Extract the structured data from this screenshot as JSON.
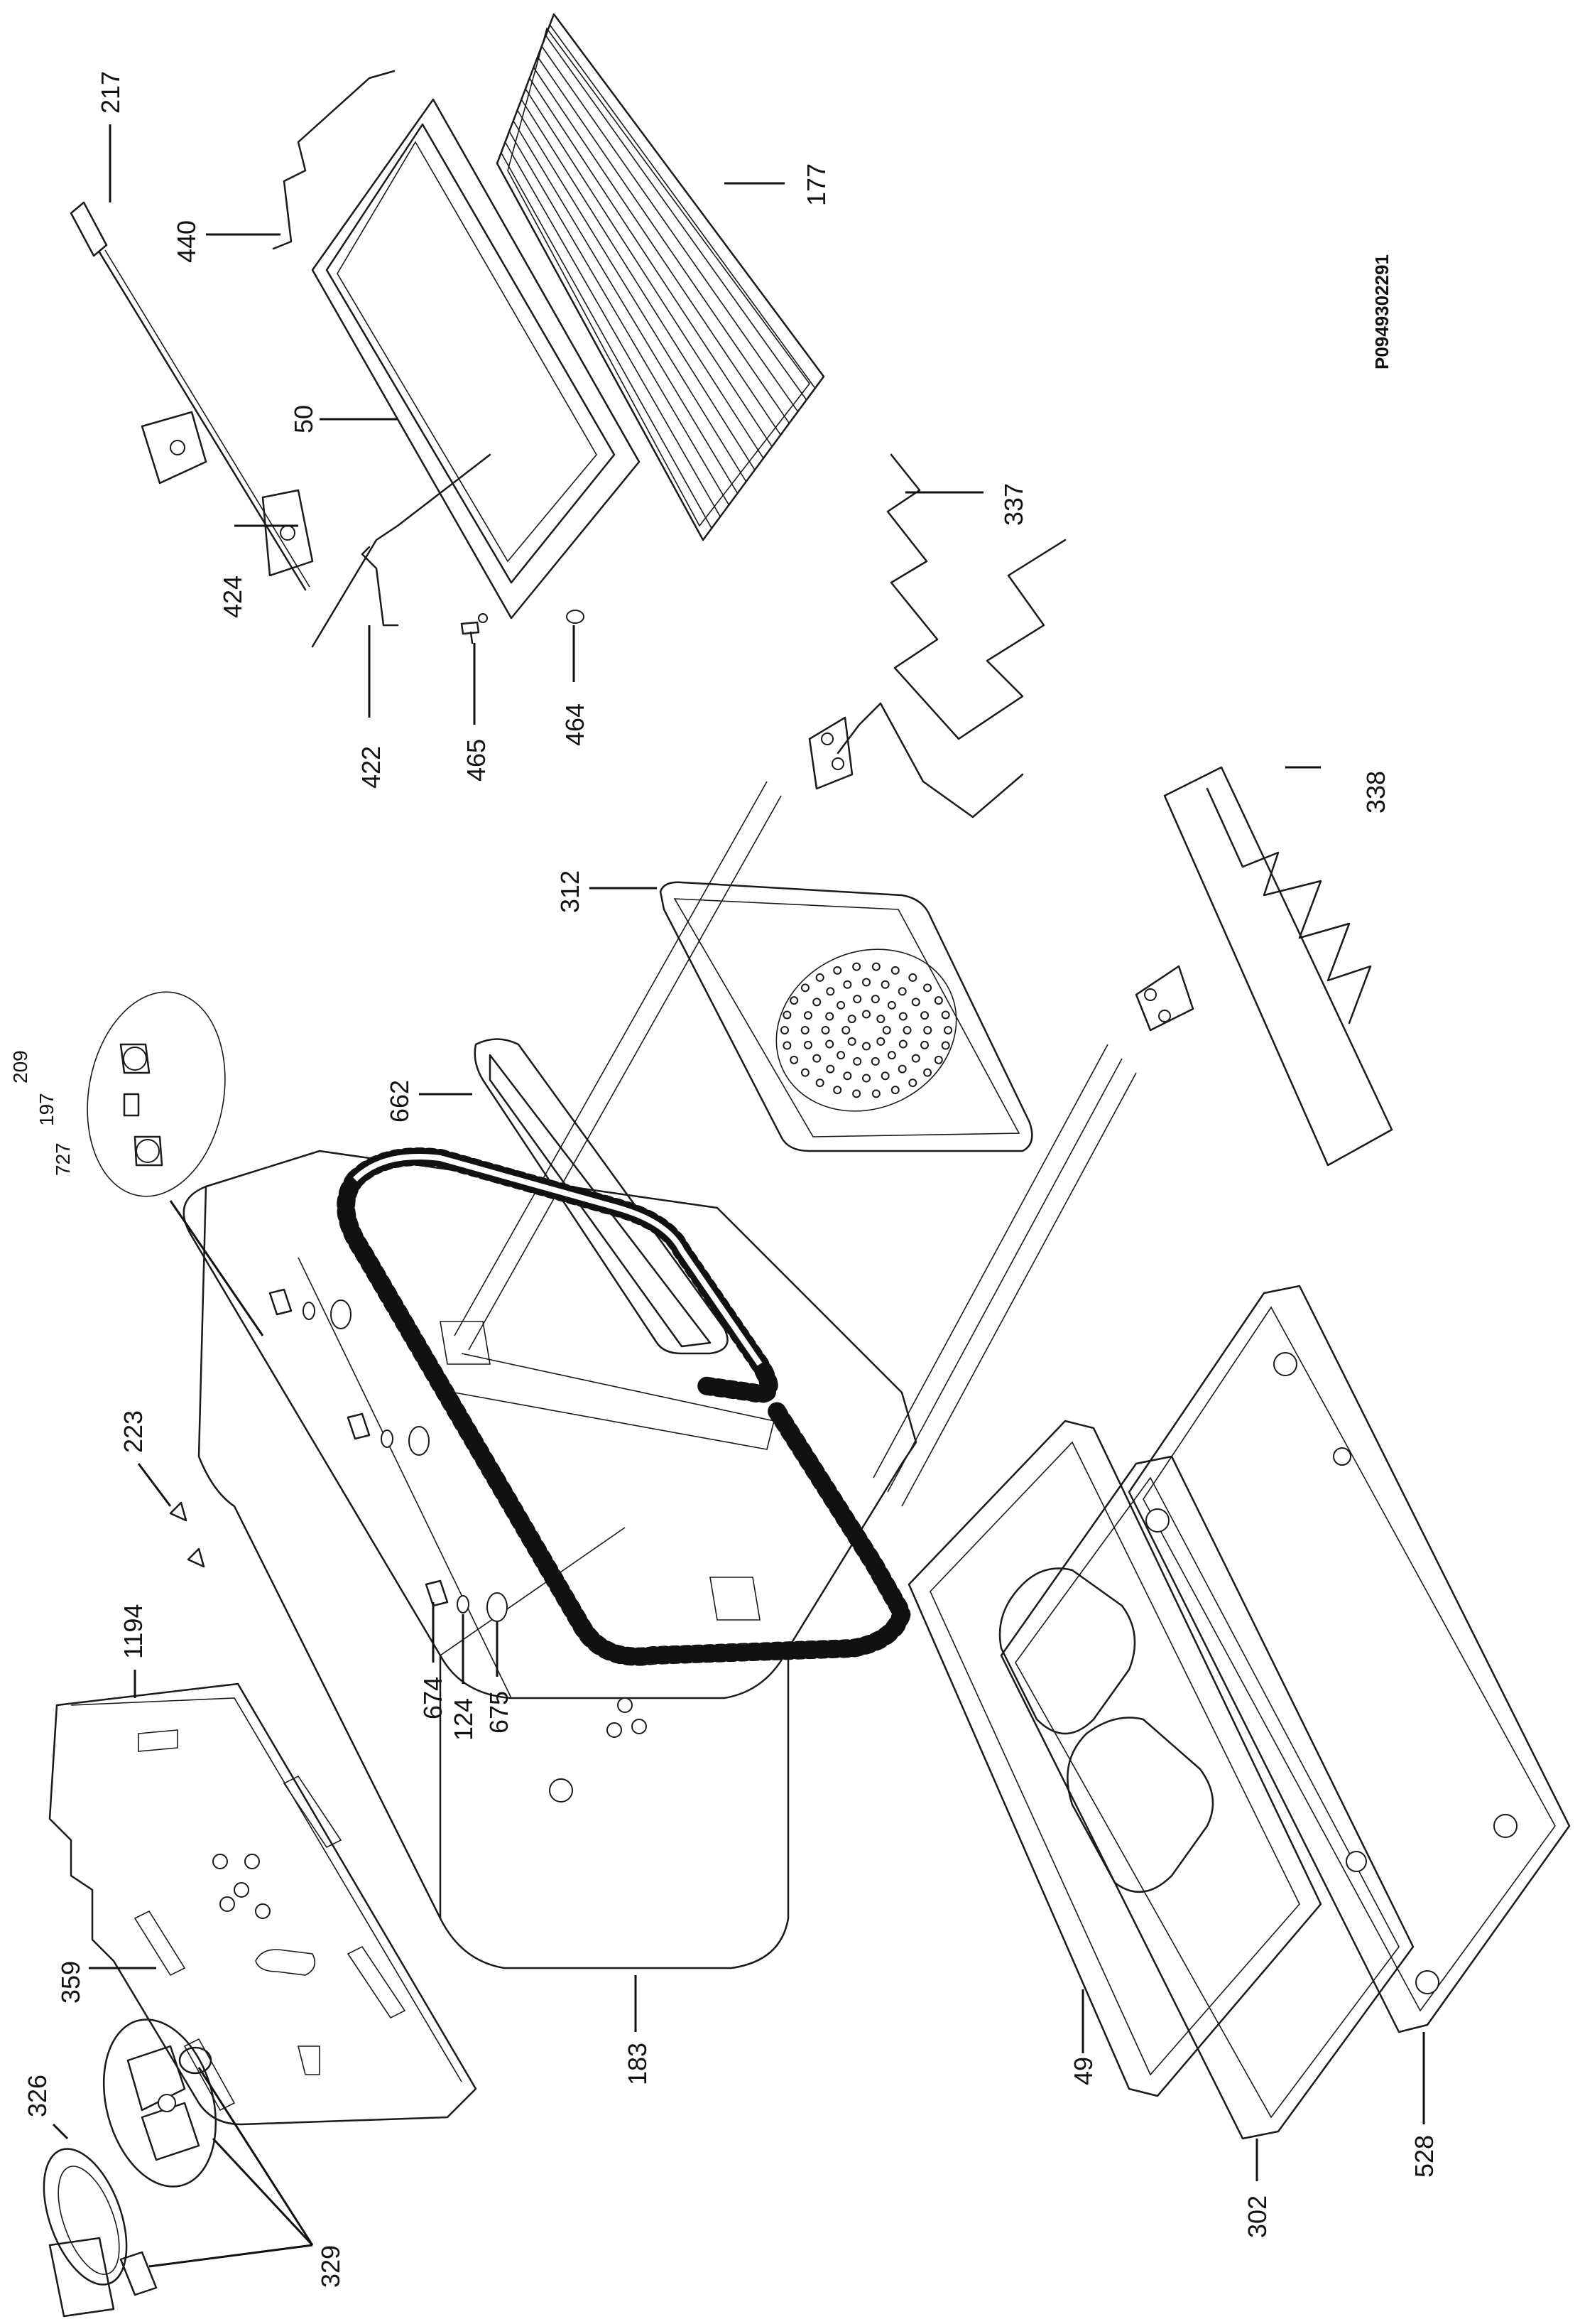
{
  "drawing": {
    "reference_code": "P0949302291",
    "callouts": [
      "217",
      "440",
      "50",
      "177",
      "424",
      "422",
      "465",
      "464",
      "337",
      "312",
      "338",
      "209",
      "197",
      "727",
      "662",
      "223",
      "1194",
      "674",
      "124",
      "675",
      "359",
      "183",
      "49",
      "302",
      "528",
      "326",
      "329"
    ]
  }
}
